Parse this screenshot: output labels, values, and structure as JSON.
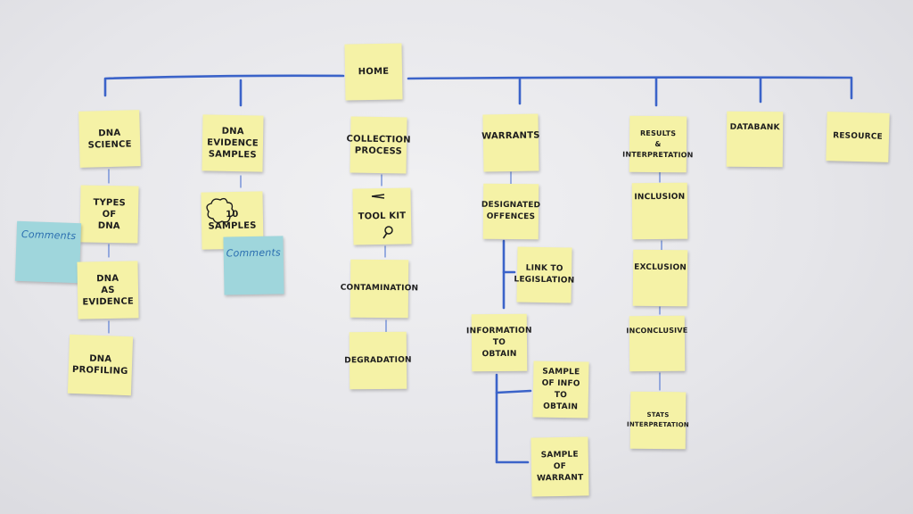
{
  "line_color": "#3b63c9",
  "note_color": "#f5f2a6",
  "comment_color": "#9fd6dc",
  "home": "HOME",
  "sections": {
    "dna_science": {
      "title": "DNA\nSCIENCE",
      "items": [
        "TYPES\nOF\nDNA",
        "DNA\nAS\nEVIDENCE",
        "DNA\nPROFILING"
      ],
      "comment": "Comments"
    },
    "dna_samples": {
      "title": "DNA Evidence\nSAMPLES",
      "items": [
        "10\nSAMPLES"
      ],
      "comment": "Comments"
    },
    "collection": {
      "title": "COLLECTION\nPROCESS",
      "items": [
        "TOOL KIT",
        "CONTAMINATION",
        "DEGRADATION"
      ]
    },
    "warrants": {
      "title": "WARRANTS",
      "items": [
        "DESIGNATED\nOFFENCES",
        "LINK TO\nLEGISLATION",
        "INFORMATION\nTO\nOBTAIN",
        "SAMPLE\nOF INFO\nTO OBTAIN",
        "SAMPLE\nOF\nWARRANT"
      ]
    },
    "results": {
      "title": "RESULTS\n&\nINTERPRETATION",
      "items": [
        "INCLUSION",
        "EXCLUSION",
        "INCONCLUSIVE",
        "STATS\nINTERPRETATION"
      ]
    },
    "databank": {
      "title": "DATABANK"
    },
    "resource": {
      "title": "RESOURCE"
    }
  },
  "icons": [
    "flower-doodle-icon",
    "tweezers-icon",
    "magnifier-icon"
  ]
}
